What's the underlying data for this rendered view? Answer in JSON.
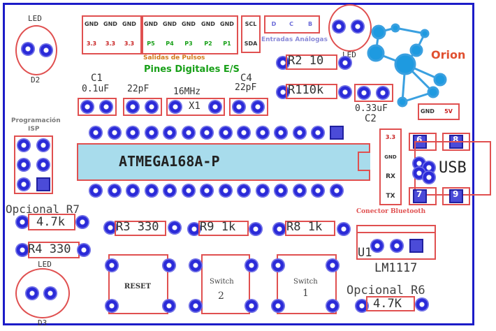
{
  "leds": {
    "led1": "LED",
    "led2": "LED",
    "led3": "LED",
    "d2": "D2",
    "d3": "D3"
  },
  "power_header": {
    "gnd": [
      "GND",
      "GND",
      "GND"
    ],
    "v33": [
      "3.3",
      "3.3",
      "3.3"
    ]
  },
  "pulses_header": {
    "gnd": [
      "GND",
      "GND",
      "GND",
      "GND",
      "GND"
    ],
    "pins": [
      "P5",
      "P4",
      "P3",
      "P2",
      "P1"
    ],
    "label": "Salidas de Pulsos"
  },
  "i2c": {
    "scl": "SCL",
    "sda": "SDA"
  },
  "analog": {
    "pins": [
      "D",
      "C",
      "B"
    ],
    "label": "Entradas Análogas"
  },
  "digital_label": "Pines Digitales E/S",
  "orion": "Orion",
  "resistors": {
    "r2": "R2",
    "r2v": "10",
    "r1": "R1",
    "r1v": "10k",
    "r3": "R3",
    "r3v": "330",
    "r9": "R9",
    "r9v": "1k",
    "r8": "R8",
    "r8v": "1k",
    "r4": "R4",
    "r4v": "330",
    "r7v": "4.7k",
    "r7lbl": "Opcional R7",
    "r6v": "4.7K",
    "r6lbl": "Opcional R6"
  },
  "caps": {
    "c1": "C1",
    "c1v": "0.1uF",
    "c22a": "22pF",
    "xtal": "16MHz",
    "x1": "X1",
    "c4": "C4",
    "c22b": "22pF",
    "c2": "C2",
    "c2v": "0.33uF"
  },
  "isp": {
    "label1": "Programación",
    "label2": "ISP"
  },
  "chip": "ATMEGA168A-P",
  "bt": {
    "v33": "3.3",
    "gnd": "GND",
    "rx": "RX",
    "tx": "TX",
    "label": "Conector Bluetooth"
  },
  "usb": {
    "label": "USB",
    "n6": "6",
    "n8": "8",
    "n7": "7",
    "n9": "9"
  },
  "power": {
    "gnd": "GND",
    "v5": "5V"
  },
  "reg": {
    "u1": "U1",
    "name": "LM1117"
  },
  "buttons": {
    "reset": "RESET",
    "sw2": "Switch",
    "sw2n": "2",
    "sw1": "Switch",
    "sw1n": "1"
  }
}
